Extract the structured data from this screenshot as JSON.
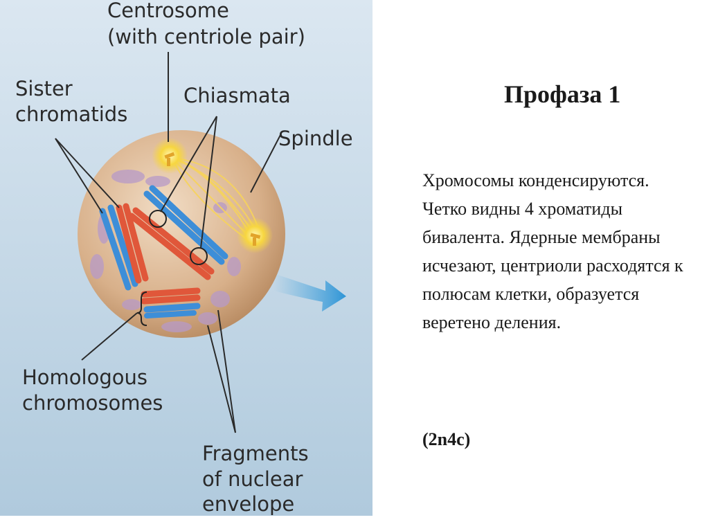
{
  "slide": {
    "title": "Профаза 1",
    "description": "Хромосомы конденсируются. Четко видны 4 хроматиды бивалента. Ядерные мембраны исчезают, центриоли  расходятся к полюсам клетки, образуется веретено деления.",
    "formula": "(2n4c)"
  },
  "figure": {
    "labels": {
      "centrosome_line1": "Centrosome",
      "centrosome_line2": "(with centriole pair)",
      "sister_line1": "Sister",
      "sister_line2": "chromatids",
      "chiasmata": "Chiasmata",
      "spindle": "Spindle",
      "homologous_line1": "Homologous",
      "homologous_line2": "chromosomes",
      "fragments_line1": "Fragments",
      "fragments_line2": "of nuclear",
      "fragments_line3": "envelope"
    },
    "colors": {
      "background_top": "#d6e4ef",
      "background_bottom": "#b3cde0",
      "cell": "#d9b592",
      "chromatid_blue": "#3d8ed8",
      "chromatid_red": "#e0573a",
      "centrosome": "#f5d23c",
      "arrow": "#4aa8e0"
    }
  }
}
